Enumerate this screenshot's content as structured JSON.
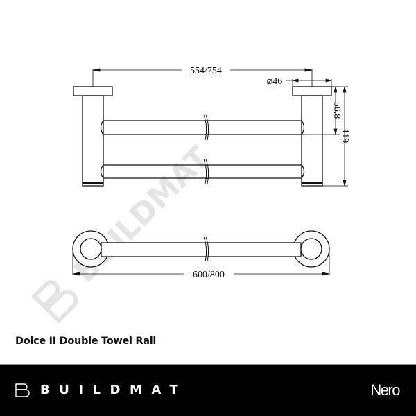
{
  "product": {
    "title": "Dolce II Double Towel Rail"
  },
  "drawing": {
    "front_view": {
      "dimensions": {
        "centre_width": "554/754",
        "flange_diameter": "⌀46",
        "rail_spacing": "56.8",
        "overall_height": "119"
      }
    },
    "top_view": {
      "dimensions": {
        "overall_length": "600/800"
      }
    },
    "watermark": "BUILDMAT"
  },
  "footer": {
    "brand_name": "BUILDMAT",
    "brand_icon": "buildmat-b-logo-icon",
    "maker": "Nero",
    "background": "#000000",
    "text_color": "#ffffff"
  }
}
